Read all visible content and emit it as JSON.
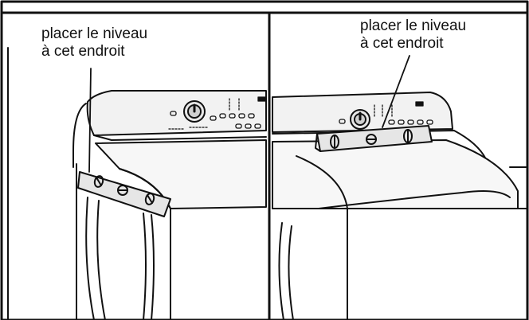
{
  "panels": [
    {
      "id": "left",
      "caption_line1": "placer le niveau",
      "caption_line2": "à cet endroit",
      "level_position": "front edge"
    },
    {
      "id": "right",
      "caption_line1": "placer le niveau",
      "caption_line2": "à cet endroit",
      "level_position": "lid top"
    }
  ],
  "colors": {
    "background": "#ffffff",
    "line": "#111111",
    "machine_fill": "#f2f2f2",
    "level_fill": "#e6e6e6"
  },
  "icons": [
    "spirit-level-icon",
    "control-knob-icon",
    "washer-icon"
  ]
}
